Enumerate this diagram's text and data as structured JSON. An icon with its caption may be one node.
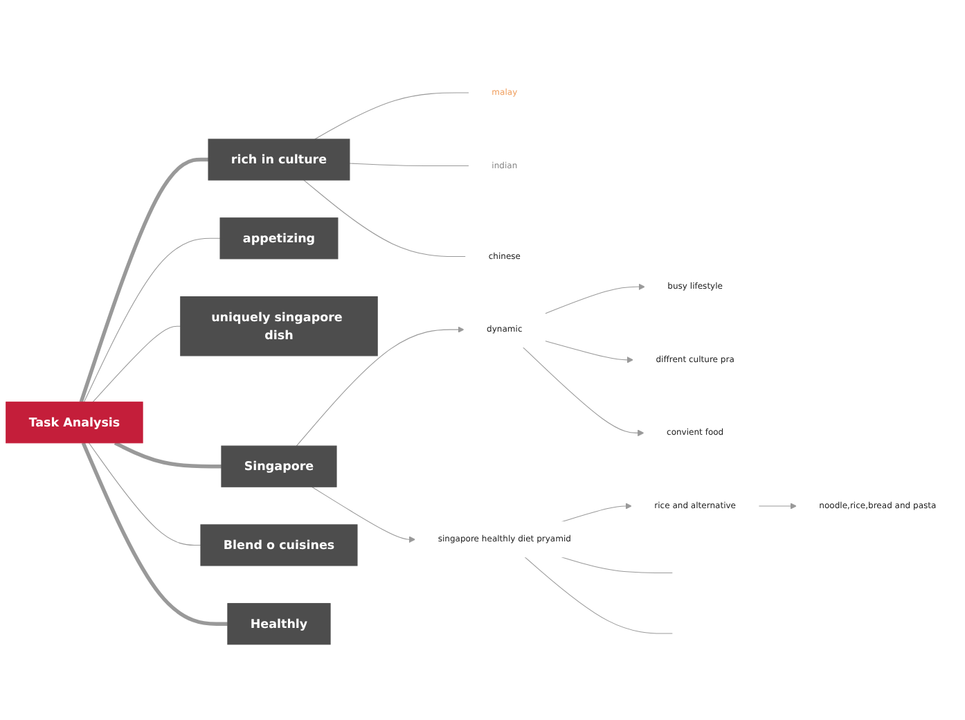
{
  "diagram": {
    "nodes": [
      {
        "text": [
          "Task Analysis"
        ]
      },
      {
        "text": [
          "rich in culture"
        ]
      },
      {
        "text": [
          "malay"
        ]
      },
      {
        "text": [
          "indian"
        ]
      },
      {
        "text": [
          "chinese"
        ]
      },
      {
        "text": [
          "appetizing"
        ]
      },
      {
        "text": [
          "uniquely singapore dish"
        ]
      },
      {
        "text": [
          "Singapore"
        ]
      },
      {
        "text": [
          "dynamic"
        ]
      },
      {
        "text": [
          "busy lifestyle"
        ]
      },
      {
        "text": [
          "diffrent culture pra"
        ]
      },
      {
        "text": [
          "convient food"
        ]
      },
      {
        "text": [
          "singapore healthly diet pryamid"
        ]
      },
      {
        "text": [
          "noodle,rice,bread and pasta"
        ]
      },
      {
        "text": [
          "rice and alternative"
        ]
      },
      {
        "text": [
          "Blend o cuisines"
        ]
      },
      {
        "text": [
          "Healthly"
        ]
      }
    ],
    "edges": [
      {
        "from": 0,
        "to": 1,
        "arrow": "none",
        "style": "thick"
      },
      {
        "from": 1,
        "to": 2,
        "arrow": "none"
      },
      {
        "from": 1,
        "to": 3,
        "arrow": "none"
      },
      {
        "from": 1,
        "to": 4,
        "arrow": "none"
      },
      {
        "from": 0,
        "to": 5,
        "arrow": "none"
      },
      {
        "from": 0,
        "to": 6,
        "arrow": "none"
      },
      {
        "from": 0,
        "to": 7,
        "arrow": "none",
        "style": "thick"
      },
      {
        "from": 7,
        "to": 8,
        "arrow": "to"
      },
      {
        "from": 8,
        "to": 9,
        "arrow": "to"
      },
      {
        "from": 8,
        "to": 10,
        "arrow": "to"
      },
      {
        "from": 8,
        "to": 11,
        "arrow": "to"
      },
      {
        "from": 7,
        "to": 12,
        "arrow": "to"
      },
      {
        "from": 12,
        "to": 14,
        "arrow": "to"
      },
      {
        "from": 14,
        "to": 13,
        "arrow": "to"
      },
      {
        "from": 12,
        "to": null,
        "arrow": "none"
      },
      {
        "from": 12,
        "to": null,
        "arrow": "none"
      },
      {
        "from": 0,
        "to": 15,
        "arrow": "none"
      },
      {
        "from": 0,
        "to": 16,
        "arrow": "none",
        "style": "thick"
      }
    ]
  }
}
